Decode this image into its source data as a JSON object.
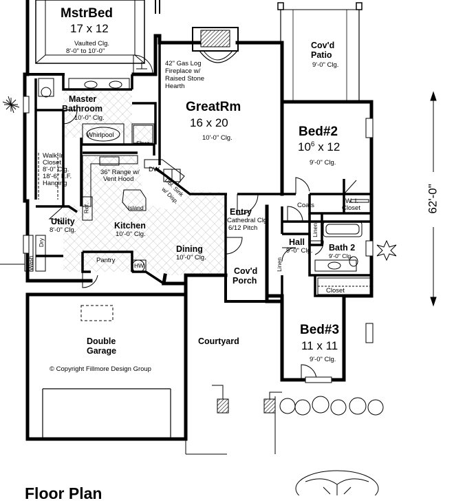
{
  "rooms": {
    "mstr_bed": {
      "name": "MstrBed",
      "size": "17 x 12",
      "ceiling": "Vaulted Clg.",
      "ceiling2": "8'-0\" to 10'-0\""
    },
    "master_bath": {
      "name": "Master",
      "name2": "Bathroom",
      "ceiling": "10'-0\" Clg.",
      "whirlpool": "Whirlpool",
      "shower": "Shwr."
    },
    "fireplace": {
      "line1": "42\" Gas Log",
      "line2": "Fireplace w/",
      "line3": "Raised Stone",
      "line4": "Hearth"
    },
    "great_rm": {
      "name": "GreatRm",
      "size": "16 x 20",
      "ceiling": "10'-0\" Clg."
    },
    "covd_patio": {
      "name": "Cov'd",
      "name2": "Patio",
      "ceiling": "9'-0\" Clg."
    },
    "bed2": {
      "name": "Bed#2",
      "size_main": "10",
      "size_sup": "6",
      "size_rest": " x 12",
      "ceiling": "9'-0\" Clg."
    },
    "walk_in": {
      "line1": "Walk-In",
      "line2": "Closet",
      "line3": "8'-0\" Clg.",
      "line4": "18'-6\" L.F.",
      "line5": "Hanging"
    },
    "kitchen": {
      "name": "Kitchen",
      "ceiling": "10'-0\" Clg.",
      "range": "36\" Range w/",
      "range2": "Vent Hood",
      "dw": "DW",
      "sink": "Dbl. Sink",
      "sink2": "w/ Disp.",
      "island": "Island",
      "ref": "Ref."
    },
    "entry": {
      "name": "Entry",
      "ceiling": "Cathedral Clg.",
      "pitch": "6/12 Pitch"
    },
    "coats": {
      "name": "Coats"
    },
    "wl_closet": {
      "line1": "W. I.",
      "line2": "Closet"
    },
    "utility": {
      "name": "Utility",
      "ceiling": "8'-0\" Clg.",
      "dry": "Dry",
      "wash": "Wash"
    },
    "hall": {
      "name": "Hall",
      "ceiling": "9'-0\" Clg.",
      "linen": "Linen",
      "linen2": "Linen"
    },
    "bath2": {
      "name": "Bath 2",
      "ceiling": "9'-0\" Clg.",
      "closet": "Closet"
    },
    "dining": {
      "name": "Dining",
      "ceiling": "10'-0\" Clg."
    },
    "pantry": {
      "name": "Pantry"
    },
    "hw": {
      "name": "HW"
    },
    "covd_porch": {
      "name": "Cov'd",
      "name2": "Porch"
    },
    "garage": {
      "name": "Double",
      "name2": "Garage"
    },
    "courtyard": {
      "name": "Courtyard"
    },
    "bed3": {
      "name": "Bed#3",
      "size": "11 x 11",
      "ceiling": "9'-0\" Clg."
    }
  },
  "copyright": "© Copyright Fillmore Design Group",
  "overall_dimension": "62'-0\"",
  "title": "Floor Plan"
}
